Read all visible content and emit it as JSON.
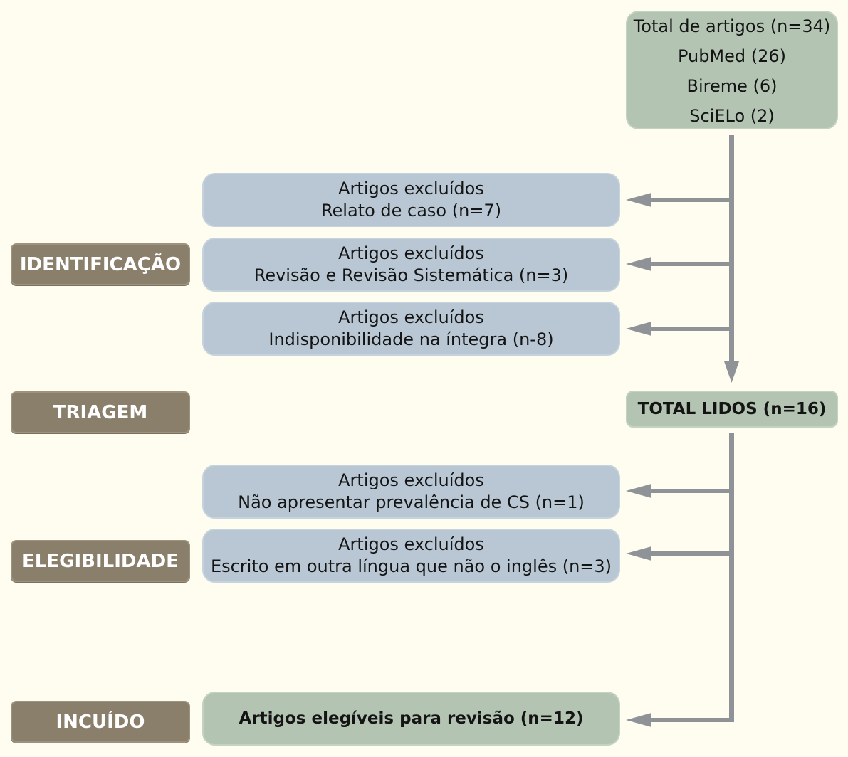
{
  "stages": {
    "identification": "IDENTIFICAÇÃO",
    "screening": "TRIAGEM",
    "eligibility": "ELEGIBILIDADE",
    "included": "INCUÍDO"
  },
  "sources": {
    "total": "Total de artigos (n=34)",
    "pubmed": "PubMed (26)",
    "bireme": "Bireme (6)",
    "scielo": "SciELo (2)"
  },
  "exclusions": [
    {
      "title": "Artigos excluídos",
      "reason": "Relato de caso (n=7)"
    },
    {
      "title": "Artigos excluídos",
      "reason": "Revisão e Revisão Sistemática (n=3)"
    },
    {
      "title": "Artigos excluídos",
      "reason": "Indisponibilidade na íntegra (n-8)"
    },
    {
      "title": "Artigos excluídos",
      "reason": "Não apresentar prevalência de CS (n=1)"
    },
    {
      "title": "Artigos excluídos",
      "reason": "Escrito em outra língua que não o inglês (n=3)"
    }
  ],
  "total_read": "TOTAL LIDOS (n=16)",
  "included_box": "Artigos elegíveis para revisão (n=12)",
  "colors": {
    "background": "#fefdf0",
    "stage": "#8a7f6b",
    "green_box": "#b3c4b3",
    "blue_box": "#b8c7d3",
    "connector": "#8f9296"
  }
}
